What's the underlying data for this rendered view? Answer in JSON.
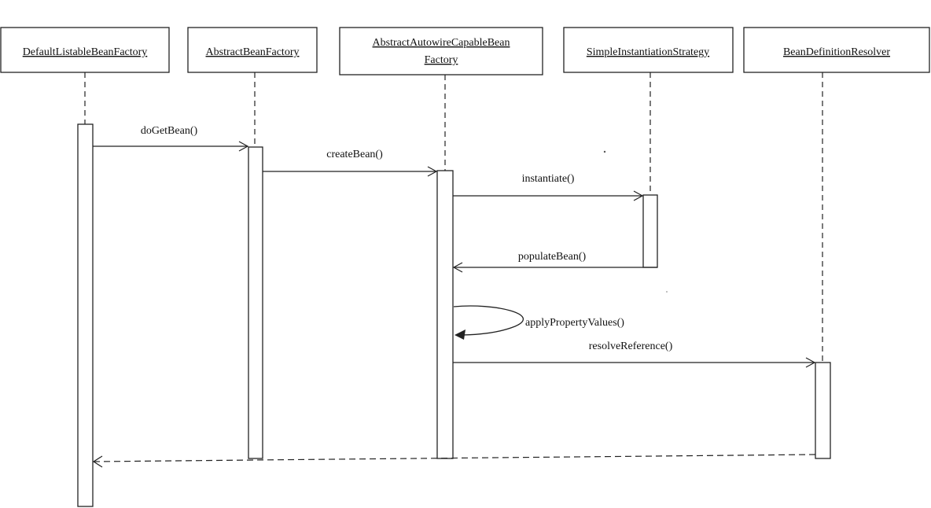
{
  "participants": [
    {
      "id": "dlbf",
      "lines": [
        "DefaultListableBeanFactory"
      ]
    },
    {
      "id": "abf",
      "lines": [
        "AbstractBeanFactory"
      ]
    },
    {
      "id": "aacbf",
      "lines": [
        "AbstractAutowireCapableBean",
        "Factory"
      ]
    },
    {
      "id": "sis",
      "lines": [
        "SimpleInstantiationStrategy"
      ]
    },
    {
      "id": "bdr",
      "lines": [
        "BeanDefinitionResolver"
      ]
    }
  ],
  "messages": [
    {
      "id": "doGetBean",
      "label": "doGetBean()",
      "from": "dlbf",
      "to": "abf",
      "kind": "call"
    },
    {
      "id": "createBean",
      "label": "createBean()",
      "from": "abf",
      "to": "aacbf",
      "kind": "call"
    },
    {
      "id": "instantiate",
      "label": "instantiate()",
      "from": "aacbf",
      "to": "sis",
      "kind": "call"
    },
    {
      "id": "populateBean",
      "label": "populateBean()",
      "from": "sis",
      "to": "aacbf",
      "kind": "call"
    },
    {
      "id": "applyPropertyValues",
      "label": "applyPropertyValues()",
      "from": "aacbf",
      "to": "aacbf",
      "kind": "self"
    },
    {
      "id": "resolveReference",
      "label": "resolveReference()",
      "from": "aacbf",
      "to": "bdr",
      "kind": "call"
    },
    {
      "id": "return",
      "label": "",
      "from": "bdr",
      "to": "dlbf",
      "kind": "return"
    }
  ]
}
